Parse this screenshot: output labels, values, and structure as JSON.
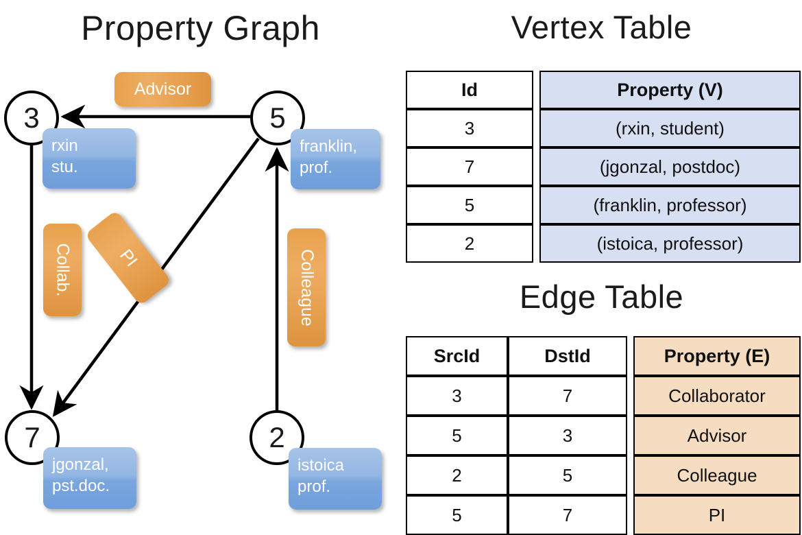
{
  "titles": {
    "property_graph": "Property Graph",
    "vertex_table": "Vertex Table",
    "edge_table": "Edge Table"
  },
  "colors": {
    "vertex_property_fill": "#d6e0f2",
    "edge_property_fill": "#f6dcc0",
    "node_box_fill": "#7aa6de",
    "edge_label_fill": "#e9a354",
    "stroke": "#000000",
    "text": "#ffffff"
  },
  "graph": {
    "nodes": [
      {
        "id": "3",
        "property_line1": "rxin",
        "property_line2": "stu."
      },
      {
        "id": "5",
        "property_line1": "franklin,",
        "property_line2": "prof."
      },
      {
        "id": "7",
        "property_line1": "jgonzal,",
        "property_line2": "pst.doc."
      },
      {
        "id": "2",
        "property_line1": "istoica",
        "property_line2": "prof."
      }
    ],
    "edge_labels": [
      {
        "name": "advisor",
        "label": "Advisor"
      },
      {
        "name": "collab",
        "label": "Collab."
      },
      {
        "name": "pi",
        "label": "PI"
      },
      {
        "name": "colleague",
        "label": "Colleague"
      }
    ],
    "edges": [
      {
        "src": "5",
        "dst": "3",
        "label": "Advisor"
      },
      {
        "src": "3",
        "dst": "7",
        "label": "Collab."
      },
      {
        "src": "5",
        "dst": "7",
        "label": "PI"
      },
      {
        "src": "2",
        "dst": "5",
        "label": "Colleague"
      }
    ]
  },
  "vertex_table": {
    "headers": [
      "Id",
      "Property (V)"
    ],
    "rows": [
      {
        "id": "3",
        "property": "(rxin, student)"
      },
      {
        "id": "7",
        "property": "(jgonzal, postdoc)"
      },
      {
        "id": "5",
        "property": "(franklin, professor)"
      },
      {
        "id": "2",
        "property": "(istoica, professor)"
      }
    ]
  },
  "edge_table": {
    "headers": [
      "SrcId",
      "DstId",
      "Property (E)"
    ],
    "rows": [
      {
        "src": "3",
        "dst": "7",
        "property": "Collaborator"
      },
      {
        "src": "5",
        "dst": "3",
        "property": "Advisor"
      },
      {
        "src": "2",
        "dst": "5",
        "property": "Colleague"
      },
      {
        "src": "5",
        "dst": "7",
        "property": "PI"
      }
    ]
  }
}
